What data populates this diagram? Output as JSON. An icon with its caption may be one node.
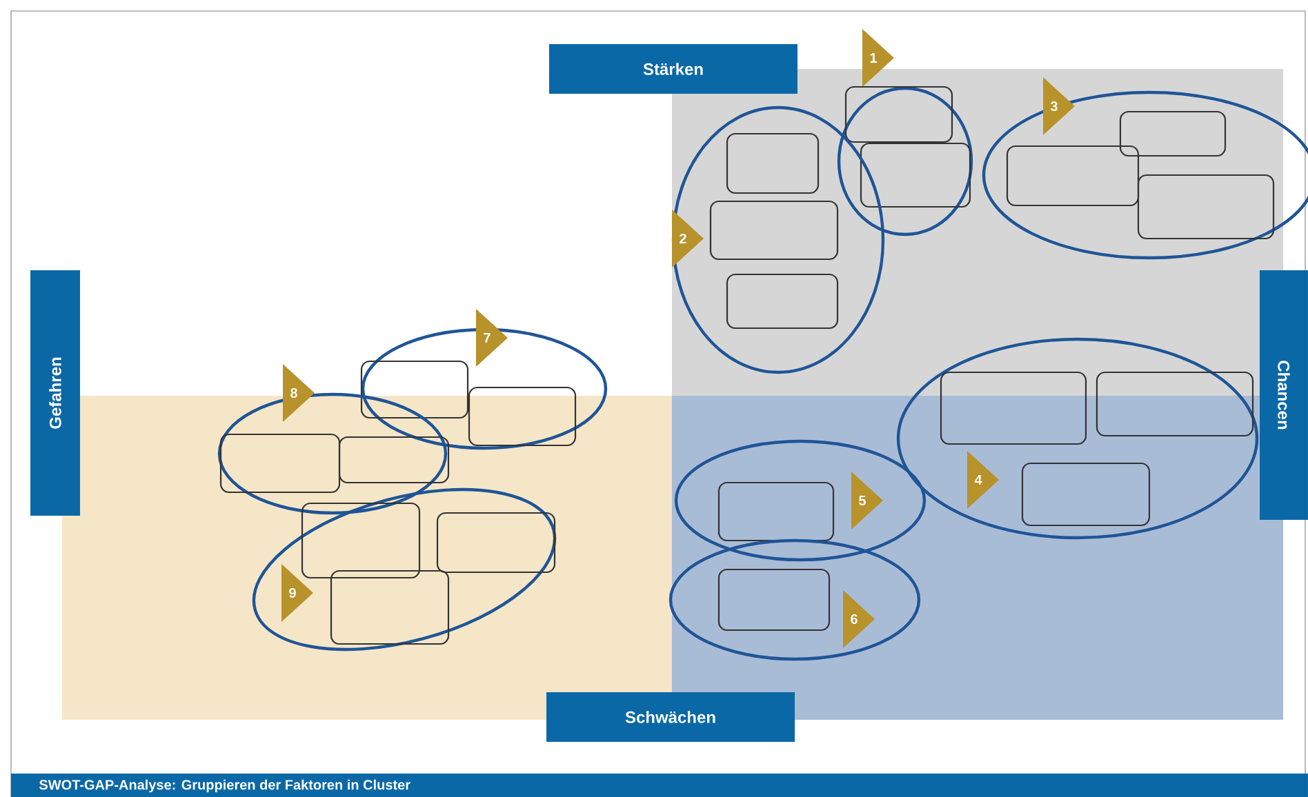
{
  "diagram": {
    "caption": "SWOT-GAP-Analyse: Gruppieren der Faktoren in Cluster",
    "nodes": [
      {
        "text": [
          "Stärken"
        ]
      },
      {
        "text": [
          "Chancen"
        ]
      },
      {
        "text": [
          "Schwächen"
        ]
      },
      {
        "text": [
          "Gefahren"
        ]
      },
      {
        "text": [
          "1"
        ]
      },
      {
        "text": [
          "2"
        ]
      },
      {
        "text": [
          "3"
        ]
      },
      {
        "text": [
          "4"
        ]
      },
      {
        "text": [
          "5"
        ]
      },
      {
        "text": [
          "6"
        ]
      },
      {
        "text": [
          "7"
        ]
      },
      {
        "text": [
          "8"
        ]
      },
      {
        "text": [
          "9"
        ]
      },
      {
        "text": [],
        "shape": "box",
        "in": 4
      },
      {
        "text": [],
        "shape": "box",
        "in": 4
      },
      {
        "text": [],
        "shape": "box",
        "in": 5
      },
      {
        "text": [],
        "shape": "box",
        "in": 5
      },
      {
        "text": [],
        "shape": "box",
        "in": 5
      },
      {
        "text": [],
        "shape": "box",
        "in": 6
      },
      {
        "text": [],
        "shape": "box",
        "in": 6
      },
      {
        "text": [],
        "shape": "box",
        "in": 6
      },
      {
        "text": [],
        "shape": "box",
        "in": 7
      },
      {
        "text": [],
        "shape": "box",
        "in": 7
      },
      {
        "text": [],
        "shape": "box",
        "in": 7
      },
      {
        "text": [],
        "shape": "box",
        "in": 8
      },
      {
        "text": [],
        "shape": "box",
        "in": 9
      },
      {
        "text": [],
        "shape": "box",
        "in": 10
      },
      {
        "text": [],
        "shape": "box",
        "in": 10
      },
      {
        "text": [],
        "shape": "box",
        "in": 11
      },
      {
        "text": [],
        "shape": "box",
        "in": 11
      },
      {
        "text": [],
        "shape": "box",
        "in": 12
      },
      {
        "text": [],
        "shape": "box",
        "in": 12
      },
      {
        "text": [],
        "shape": "box",
        "in": 12
      }
    ]
  }
}
